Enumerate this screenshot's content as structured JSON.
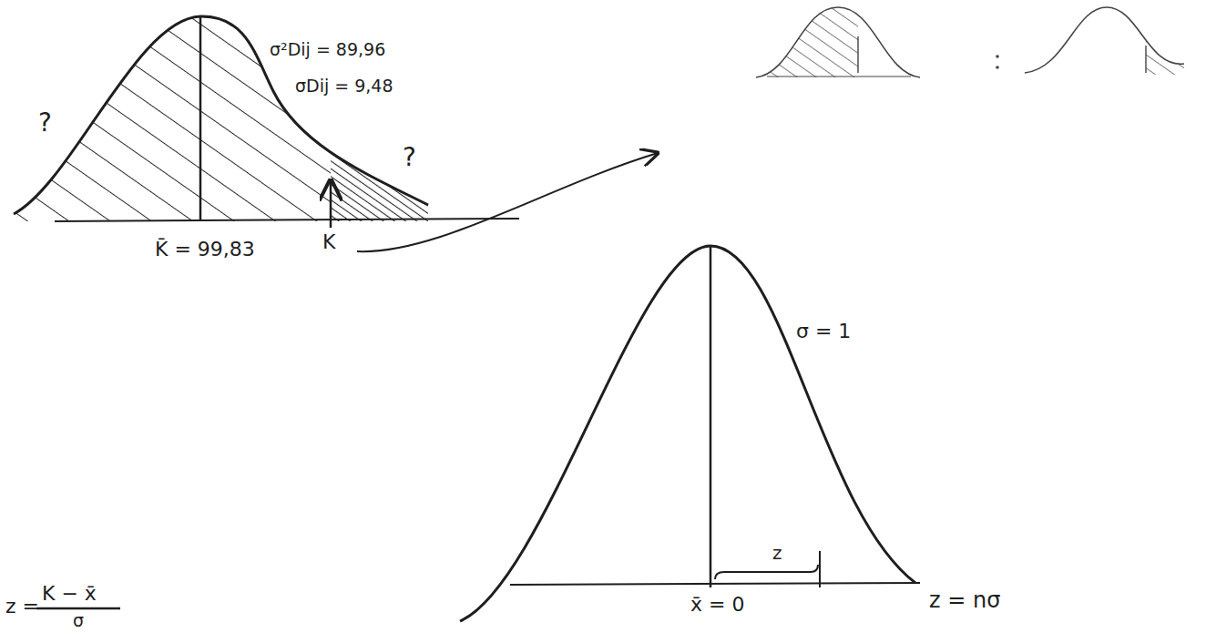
{
  "diagram": {
    "labels": [
      "?",
      "σ²Dij = 89,96",
      "σDij = 9,48",
      "?",
      "K̄ = 99,83",
      "K",
      "σ = 1",
      "z",
      "z = nσ",
      "x̄ = 0",
      "z =",
      "K − x̄",
      "σ"
    ]
  }
}
